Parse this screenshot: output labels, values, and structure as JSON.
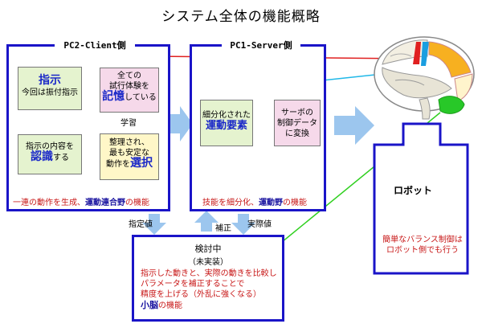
{
  "title": "システム全体の機能概略",
  "client": {
    "title": "PC2-Client側",
    "instruct_big": "指示",
    "instruct_sub": "今回は振付指示",
    "memory_l1": "全ての",
    "memory_l2": "試行体験を",
    "memory_big": "記憶",
    "memory_tail": "している",
    "learn_label": "学習",
    "recog_l1": "指示の内容を",
    "recog_big": "認識",
    "recog_tail": "する",
    "select_l1": "整理され、",
    "select_l2": "最も安定な",
    "select_l3": "動作を",
    "select_big": "選択",
    "footer_pre": "一連の動作を生成、",
    "footer_hl": "運動連合野",
    "footer_post": "の機能"
  },
  "server": {
    "title": "PC1-Server側",
    "fine_l1": "細分化された",
    "fine_big": "運動要素",
    "servo_l1": "サーボの",
    "servo_l2": "制御データ",
    "servo_l3": "に変換",
    "footer_pre": "技能を細分化、",
    "footer_hl": "運動野",
    "footer_post": "の機能"
  },
  "labels": {
    "shiteichi": "指定値",
    "hosei": "補正",
    "jissaichi": "実際値"
  },
  "review": {
    "title": "検討中",
    "subtitle": "（未実装）",
    "l1": "指示した動きと、実際の動きを比較し",
    "l2": "パラメータを補正することで",
    "l3": "精度を上げる（外乱に強くなる）",
    "cerebellum": "小脳",
    "l4_tail": "の機能"
  },
  "robot": {
    "label": "ロボット",
    "note_l1": "簡単なバランス制御は",
    "note_l2": "ロボット側でも行う"
  },
  "colors": {
    "panel_border": "#1a14c8",
    "arrow_fill": "#9cc6ee",
    "red_arrow": "#e02020",
    "cyan_arrow": "#20b8e8",
    "green_arrow": "#30d020"
  },
  "icons": [
    "brain-image",
    "down-arrow-icon",
    "right-arrow-icon",
    "up-arrow-icon"
  ]
}
